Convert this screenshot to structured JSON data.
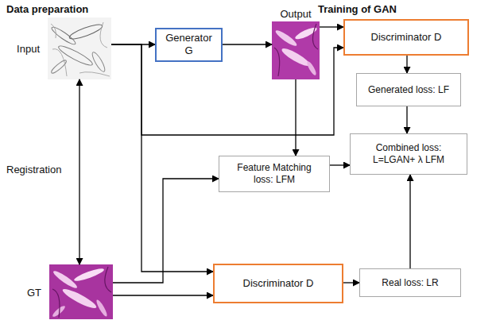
{
  "diagram": {
    "nodes": [
      {
        "text": [
          "Input"
        ]
      },
      {
        "text": [
          "Generator G"
        ]
      },
      {
        "text": [
          "Output"
        ]
      },
      {
        "text": [
          "Discriminator D"
        ]
      },
      {
        "text": [
          "Generated loss: LF"
        ]
      },
      {
        "text": [
          "Feature Matching loss: LFM"
        ]
      },
      {
        "text": [
          "Combined loss: L=LGAN+ λ LFM"
        ]
      },
      {
        "text": [
          "GT"
        ]
      },
      {
        "text": [
          "Discriminator D"
        ]
      },
      {
        "text": [
          "Real loss: LR"
        ]
      }
    ],
    "edges": [
      {
        "from": 0,
        "to": 1,
        "arrow": "to"
      },
      {
        "from": 1,
        "to": 2,
        "arrow": "to"
      },
      {
        "from": 2,
        "to": 3,
        "arrow": "to"
      },
      {
        "from": 0,
        "to": 3,
        "arrow": "to"
      },
      {
        "from": 3,
        "to": 4,
        "arrow": "to"
      },
      {
        "from": 4,
        "to": 6,
        "arrow": "to"
      },
      {
        "from": 2,
        "to": 5,
        "arrow": "to"
      },
      {
        "from": 5,
        "to": 6,
        "arrow": "to"
      },
      {
        "from": 0,
        "to": 7,
        "arrow": "both"
      },
      {
        "from": 7,
        "to": 5,
        "arrow": "to"
      },
      {
        "from": 0,
        "to": 8,
        "arrow": "to"
      },
      {
        "from": 7,
        "to": 8,
        "arrow": "to"
      },
      {
        "from": 8,
        "to": 9,
        "arrow": "to"
      },
      {
        "from": 9,
        "to": 6,
        "arrow": "to"
      }
    ],
    "labels": [
      "Data preparation",
      "Training of GAN",
      "Registration"
    ]
  }
}
